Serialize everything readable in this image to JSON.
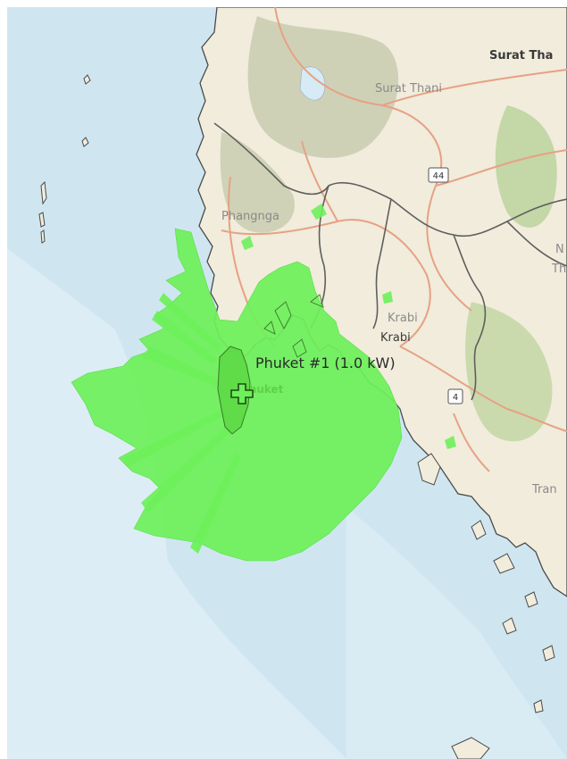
{
  "map": {
    "colors": {
      "water_deep": "#cfe6f1",
      "water_shallow": "#e6f3f8",
      "land": "#f1ecdc",
      "hills": "#c7ccae",
      "forest": "#b9d29a",
      "coverage": "#6ef05a",
      "coverage_dark": "#3fbf2a",
      "road": "#e7a184",
      "border": "#5f5f5f",
      "coast": "#4a4a4a"
    },
    "labels": {
      "surat_thani_bold": "Surat Tha",
      "surat_thani": "Surat Thani",
      "phangnga": "Phangnga",
      "krabi_province": "Krabi",
      "krabi_city": "Krabi",
      "phuket": "Phuket",
      "trang_partial": "Tran",
      "edge_n": "N",
      "edge_th": "Th"
    },
    "route_shields": [
      "44",
      "4"
    ],
    "transmitter": {
      "name": "Phuket #1",
      "power": "(1.0 kW)",
      "label": "Phuket #1 (1.0 kW)",
      "icon": "cross-marker-icon"
    }
  }
}
